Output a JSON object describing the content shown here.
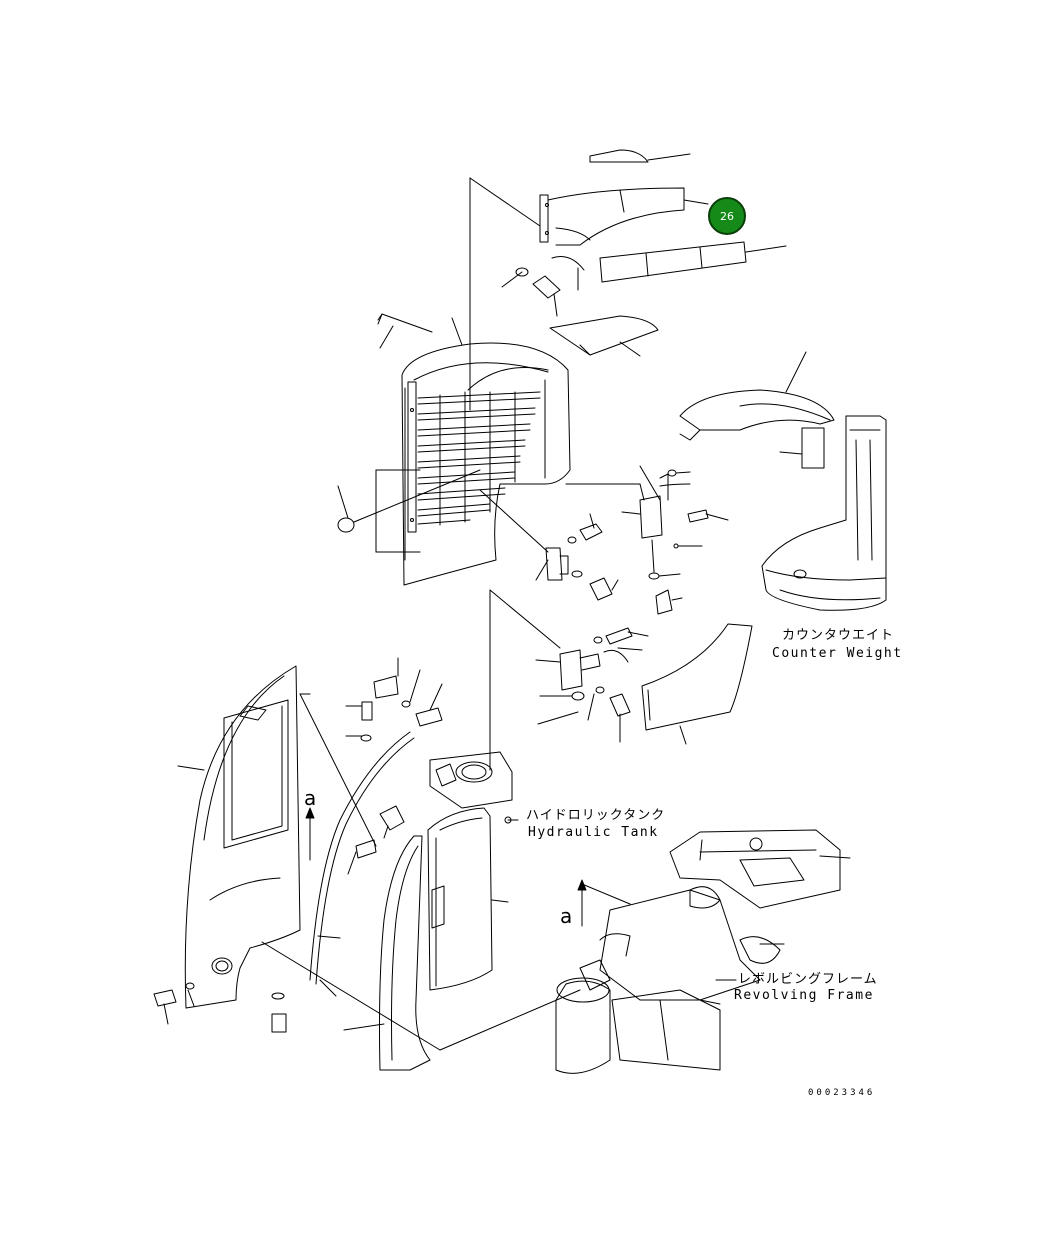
{
  "callout": {
    "number": "26",
    "color": "#168a18"
  },
  "labels": {
    "counterweight_jp": "カウンタウエイト",
    "counterweight_en": "Counter Weight",
    "hydraulic_tank_jp": "ハイドロリックタンク",
    "hydraulic_tank_en": "Hydraulic Tank",
    "revolving_frame_jp": "レボルビングフレーム",
    "revolving_frame_en": "Revolving Frame",
    "view_arrow_1": "a",
    "view_arrow_2": "a"
  },
  "figure_number": "00023346"
}
